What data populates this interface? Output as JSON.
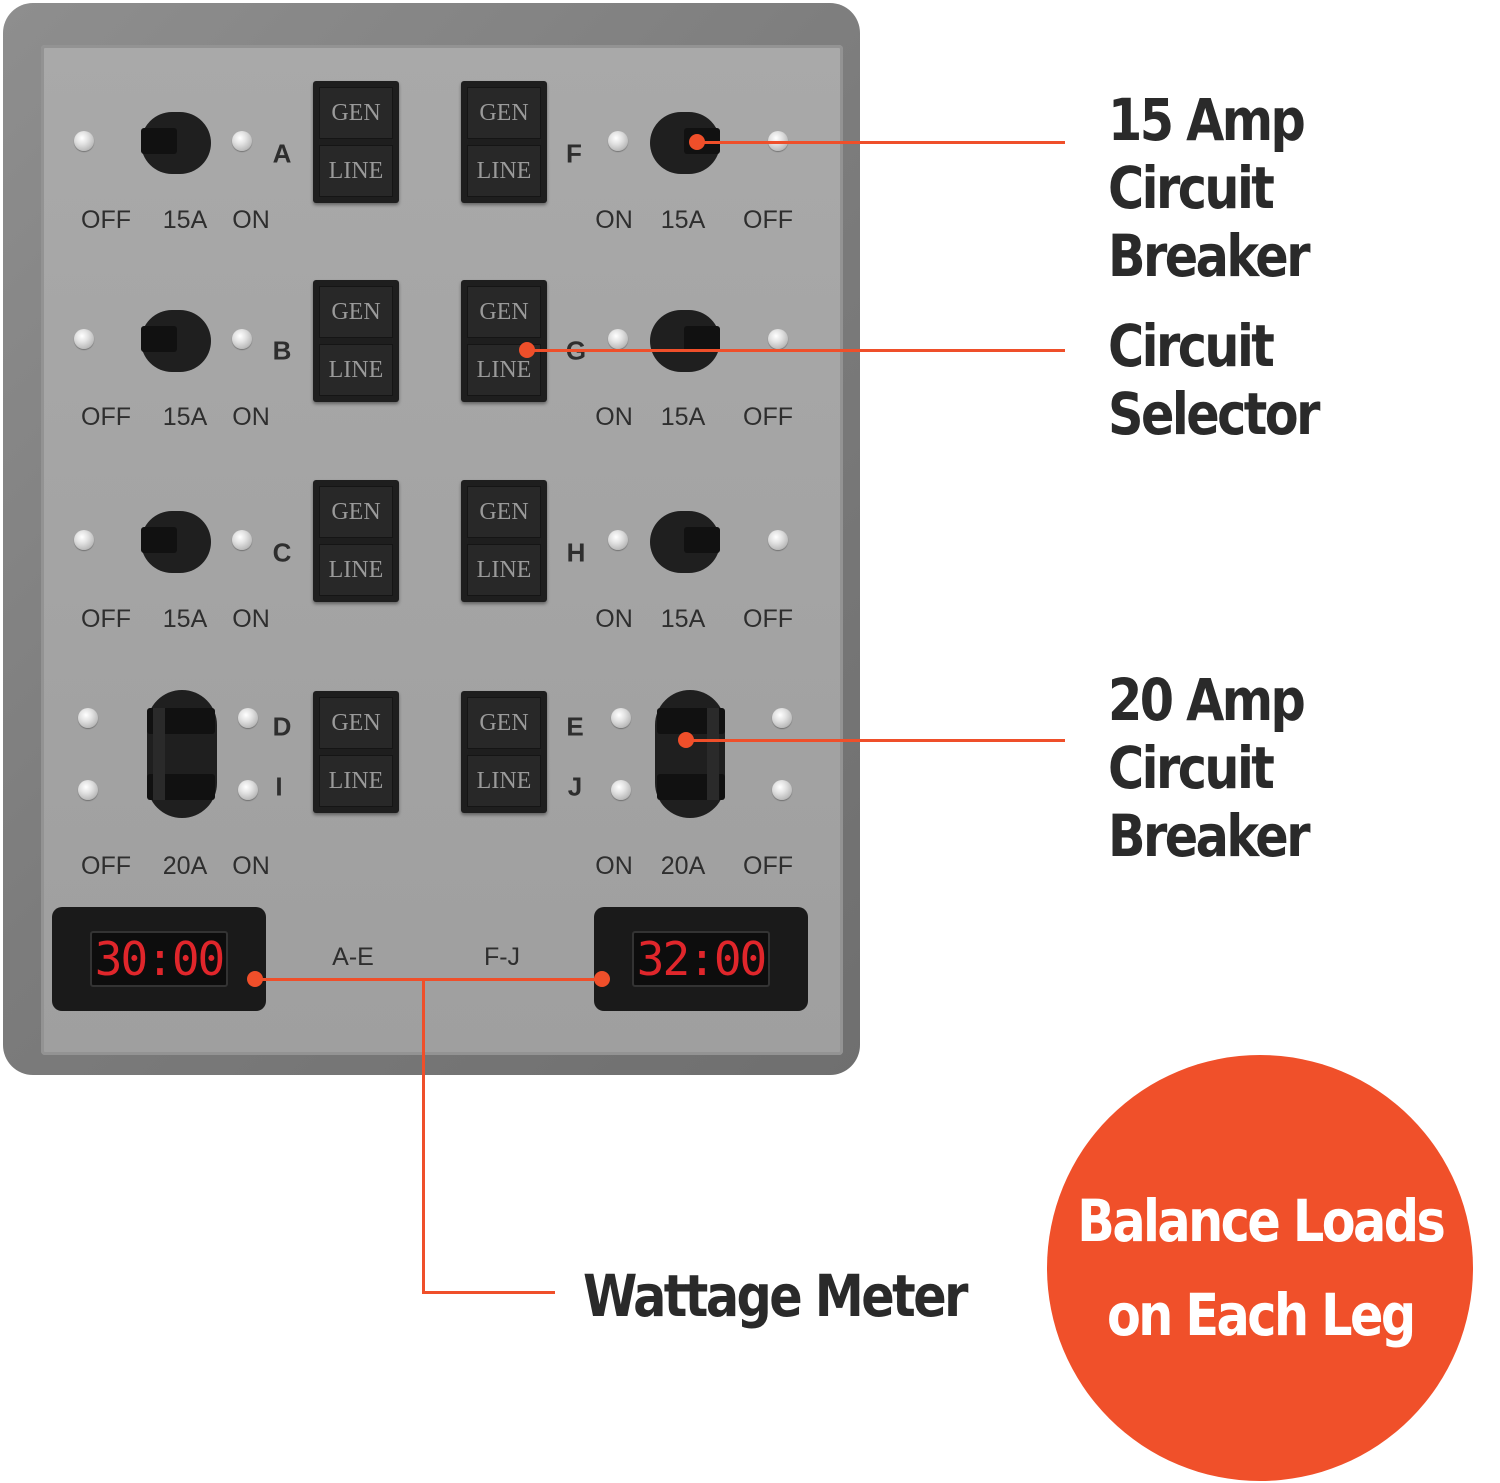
{
  "panel": {
    "status_labels": {
      "off": "OFF",
      "on": "ON"
    },
    "left_rows": [
      {
        "letter": "A",
        "rating": "15A"
      },
      {
        "letter": "B",
        "rating": "15A"
      },
      {
        "letter": "C",
        "rating": "15A"
      },
      {
        "letter": "D",
        "letter2": "I",
        "rating": "20A"
      }
    ],
    "right_rows": [
      {
        "letter": "F",
        "rating": "15A"
      },
      {
        "letter": "G",
        "rating": "15A"
      },
      {
        "letter": "H",
        "rating": "15A"
      },
      {
        "letter": "E",
        "letter2": "J",
        "rating": "20A"
      }
    ],
    "selector": {
      "top": "GEN",
      "bottom": "LINE"
    },
    "meters": [
      {
        "label": "A-E",
        "reading": "30:00"
      },
      {
        "label": "F-J",
        "reading": "32:00"
      }
    ]
  },
  "callouts": {
    "amp15": [
      "15 Amp Circuit",
      "Breaker"
    ],
    "selector": "Circuit Selector",
    "amp20": [
      "20 Amp Circuit",
      "Breaker"
    ],
    "wattage": "Wattage Meter"
  },
  "badge": [
    "Balance Loads",
    "on Each Leg"
  ],
  "colors": {
    "accent": "#ef4f2a",
    "panel": "#a6a6a6",
    "display": "#e0262b"
  },
  "icons": [
    "toggle-breaker-icon",
    "selector-switch-icon",
    "rivet-icon"
  ]
}
